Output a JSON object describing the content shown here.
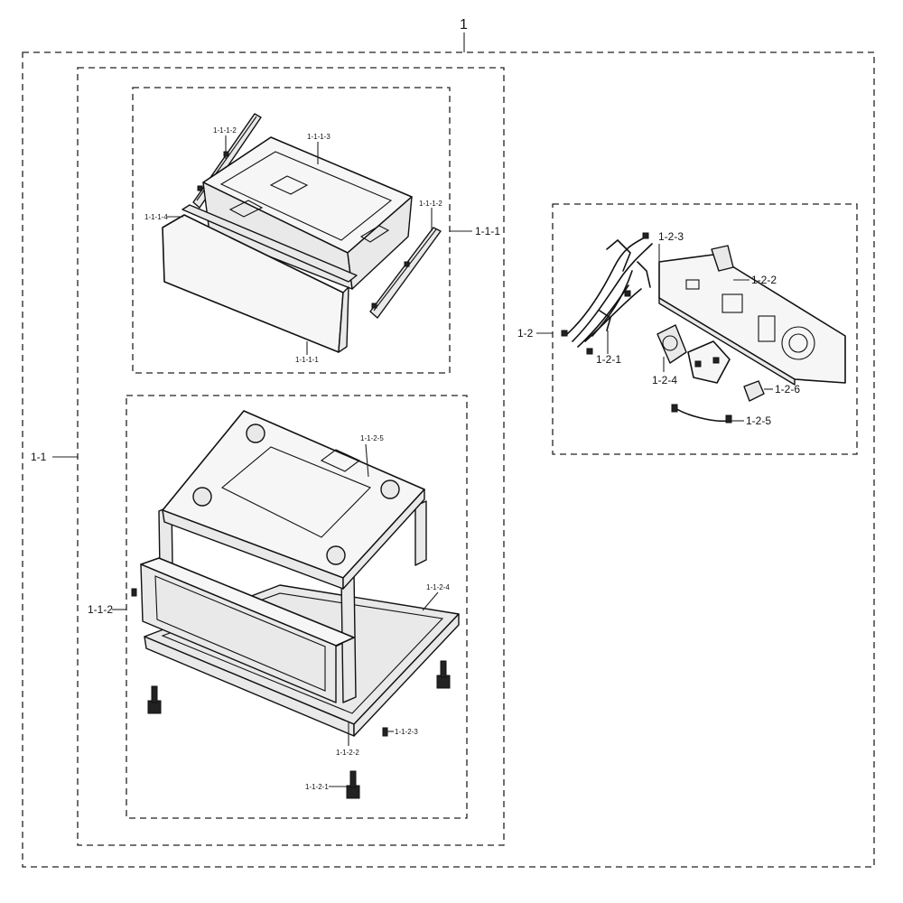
{
  "labels": {
    "assembly": "1",
    "sub_1_1": "1-1",
    "sub_1_1_1": "1-1-1",
    "p_1_1_1_1": "1-1-1-1",
    "p_1_1_1_2_a": "1-1-1-2",
    "p_1_1_1_2_b": "1-1-1-2",
    "p_1_1_1_3": "1-1-1-3",
    "p_1_1_1_4": "1-1-1-4",
    "sub_1_1_2": "1-1-2",
    "p_1_1_2_1": "1-1-2-1",
    "p_1_1_2_2": "1-1-2-2",
    "p_1_1_2_3": "1-1-2-3",
    "p_1_1_2_4": "1-1-2-4",
    "p_1_1_2_5": "1-1-2-5",
    "sub_1_2": "1-2",
    "p_1_2_1": "1-2-1",
    "p_1_2_2": "1-2-2",
    "p_1_2_3": "1-2-3",
    "p_1_2_4": "1-2-4",
    "p_1_2_5": "1-2-5",
    "p_1_2_6": "1-2-6"
  }
}
